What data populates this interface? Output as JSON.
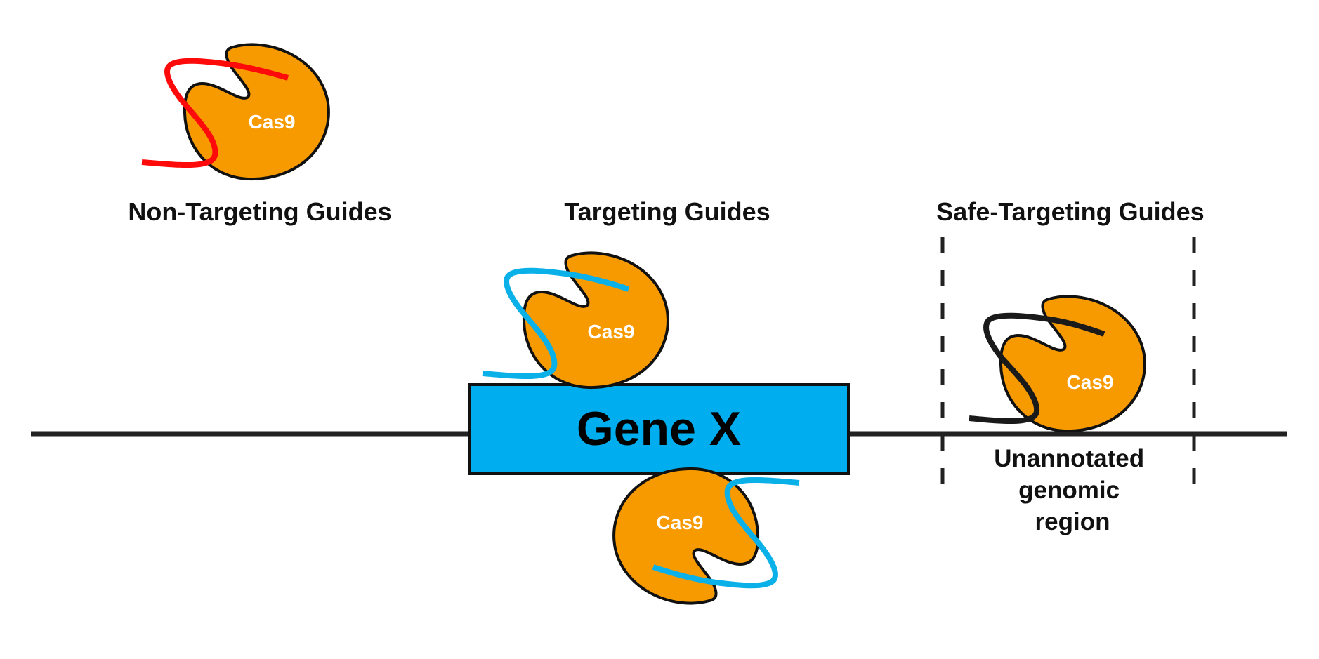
{
  "figure": {
    "section_titles": {
      "non_targeting": "Non-Targeting Guides",
      "targeting": "Targeting Guides",
      "safe_targeting": "Safe-Targeting Guides"
    },
    "gene": {
      "label": "Gene X"
    },
    "unannotated_region": {
      "lines": [
        "Unannotated",
        "genomic",
        "region"
      ]
    },
    "cas9_complexes": [
      {
        "label": "Cas9",
        "group": "non-targeting",
        "guide_color": "#ff0a0a"
      },
      {
        "label": "Cas9",
        "group": "targeting",
        "guide_color": "#0ab0e8"
      },
      {
        "label": "Cas9",
        "group": "targeting",
        "guide_color": "#0ab0e8"
      },
      {
        "label": "Cas9",
        "group": "safe-targeting",
        "guide_color": "#1a1a1a"
      }
    ],
    "colors": {
      "protein_fill": "#f79a00",
      "outline": "#111111",
      "gene_fill": "#00aeef",
      "dna_line": "#222222",
      "cas_text": "#ffffff",
      "background": "#ffffff"
    }
  }
}
